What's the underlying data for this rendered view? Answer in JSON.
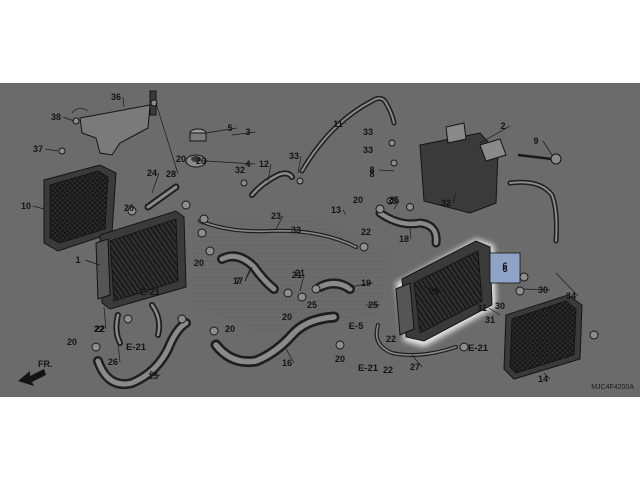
{
  "diagram_code": "MJC4F4200A",
  "front_arrow_label": "FR.",
  "colors": {
    "background": "#6b6b6b",
    "highlight_fill": "#8fa3c7",
    "highlight_glow": "#ffffff",
    "ink": "#141414"
  },
  "highlighted_part": "6",
  "callouts": [
    "1",
    "2",
    "3",
    "4",
    "5",
    "6",
    "7",
    "8",
    "9",
    "10",
    "11",
    "12",
    "13",
    "14",
    "15",
    "16",
    "17",
    "18",
    "19",
    "20",
    "21",
    "22",
    "23",
    "24",
    "25",
    "26",
    "27",
    "28",
    "29",
    "30",
    "31",
    "32",
    "33",
    "34",
    "35",
    "36",
    "37",
    "38"
  ],
  "ref_labels": [
    "E-21",
    "E-5"
  ]
}
